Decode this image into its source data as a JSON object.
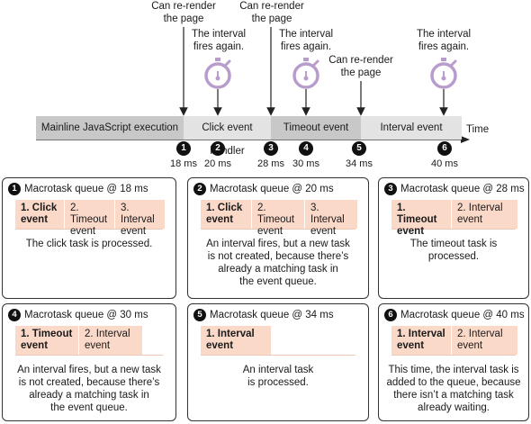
{
  "timeline": {
    "segments": [
      {
        "label": "Mainline JavaScript execution",
        "color": "#c8c8c8"
      },
      {
        "label": "Click event handler",
        "color": "#e3e3e3"
      },
      {
        "label": "Timeout event",
        "color": "#c8c8c8"
      },
      {
        "label": "Interval event",
        "color": "#e3e3e3"
      }
    ],
    "axis_label": "Time",
    "markers": [
      {
        "num": "1",
        "time": "18 ms"
      },
      {
        "num": "2",
        "time": "20 ms"
      },
      {
        "num": "3",
        "time": "28 ms"
      },
      {
        "num": "4",
        "time": "30 ms"
      },
      {
        "num": "5",
        "time": "34 ms"
      },
      {
        "num": "6",
        "time": "40 ms"
      }
    ],
    "annotations": {
      "rerender_1": "Can re-render\nthe page",
      "rerender_2": "Can re-render\nthe page",
      "rerender_3": "Can re-render\nthe page",
      "interval_1": "The interval\nfires again.",
      "interval_2": "The interval\nfires again.",
      "interval_3": "The interval\nfires again."
    },
    "colors": {
      "timer": "#b89ccc",
      "queue_cell": "#fbd9c9"
    }
  },
  "panels": [
    {
      "num": "1",
      "title": "Macrotask queue @ 18 ms",
      "queue": [
        {
          "label": "1. Click event",
          "bold": true
        },
        {
          "label": "2. Timeout event",
          "bold": false
        },
        {
          "label": "3. Interval event",
          "bold": false
        }
      ],
      "description": "The click task is processed."
    },
    {
      "num": "2",
      "title": "Macrotask queue @ 20 ms",
      "queue": [
        {
          "label": "1. Click event",
          "bold": true
        },
        {
          "label": "2. Timeout event",
          "bold": false
        },
        {
          "label": "3. Interval event",
          "bold": false
        }
      ],
      "description": "An interval fires, but a new task\nis not created, because there’s\nalready a matching task in\nthe event queue."
    },
    {
      "num": "3",
      "title": "Macrotask queue @ 28 ms",
      "queue": [
        {
          "label": "1. Timeout event",
          "bold": true
        },
        {
          "label": "2. Interval event",
          "bold": false
        }
      ],
      "description": "The timeout task is\nprocessed."
    },
    {
      "num": "4",
      "title": "Macrotask queue @ 30 ms",
      "queue": [
        {
          "label": "1. Timeout event",
          "bold": true
        },
        {
          "label": "2. Interval event",
          "bold": false
        }
      ],
      "description": "An interval fires, but a new task\nis not created, because there’s\nalready a matching task in\nthe event queue."
    },
    {
      "num": "5",
      "title": "Macrotask queue @ 34 ms",
      "queue": [
        {
          "label": "1. Interval event",
          "bold": true
        }
      ],
      "description": "An interval task\nis processed."
    },
    {
      "num": "6",
      "title": "Macrotask queue @ 40 ms",
      "queue": [
        {
          "label": "1. Interval event",
          "bold": true
        },
        {
          "label": "2. Interval event",
          "bold": false
        }
      ],
      "description": "This time, the interval task is\nadded to the queue, because\nthere isn’t a matching task\nalready waiting."
    }
  ]
}
